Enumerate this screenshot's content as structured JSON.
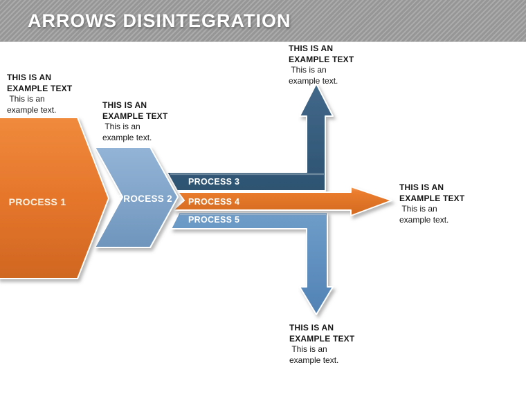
{
  "header": {
    "title": "ARROWS DISINTEGRATION"
  },
  "colors": {
    "header_gray": "#9b9b9b",
    "orange": "#e87a2c",
    "blue_chevron": "#82a7cc",
    "blue_dark": "#34607f",
    "blue_mid": "#5d8fc2",
    "text_black": "#151515",
    "label_white": "#ffffff"
  },
  "processes": [
    {
      "label": "PROCESS 1"
    },
    {
      "label": "PROCESS 2"
    },
    {
      "label": "PROCESS 3"
    },
    {
      "label": "PROCESS 4"
    },
    {
      "label": "PROCESS 5"
    }
  ],
  "annotations": [
    {
      "heading1": "THIS IS AN",
      "heading2": "EXAMPLE TEXT",
      "body1": " This is an",
      "body2": "example text."
    },
    {
      "heading1": "THIS IS AN",
      "heading2": "EXAMPLE TEXT",
      "body1": " This is an",
      "body2": "example text."
    },
    {
      "heading1": "THIS IS AN",
      "heading2": "EXAMPLE TEXT",
      "body1": " This is an",
      "body2": "example text."
    },
    {
      "heading1": "THIS IS AN",
      "heading2": "EXAMPLE TEXT",
      "body1": " This is an",
      "body2": "example text."
    },
    {
      "heading1": "THIS IS AN",
      "heading2": "EXAMPLE TEXT",
      "body1": " This is an",
      "body2": "example text."
    }
  ]
}
